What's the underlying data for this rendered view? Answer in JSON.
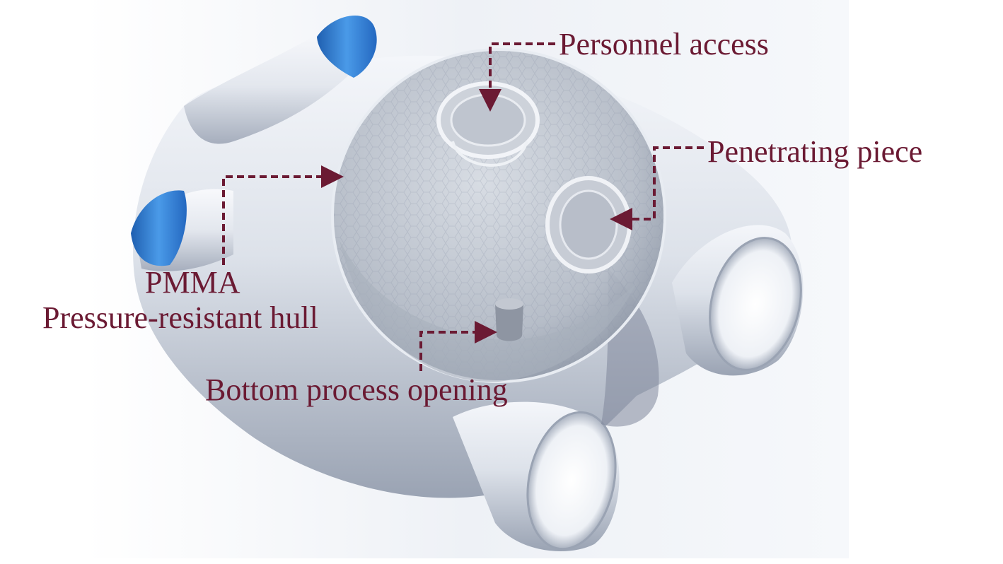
{
  "colors": {
    "label": "#6b1a33",
    "leader": "#6b1a33",
    "hull_body": "#dfe4ec",
    "end_band": "#2f7fd6",
    "sphere": "#b9c0c8"
  },
  "labels": {
    "personnel_access": "Personnel access",
    "penetrating_piece": "Penetrating piece",
    "pmma": "PMMA",
    "pressure_resistant_hull": "Pressure-resistant hull",
    "bottom_process_opening": "Bottom process opening"
  }
}
